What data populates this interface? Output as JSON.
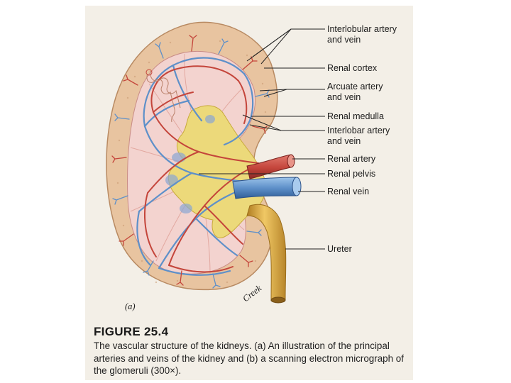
{
  "labels": {
    "interlobular": [
      "Interlobular artery",
      "and vein"
    ],
    "cortex": [
      "Renal cortex"
    ],
    "arcuate": [
      "Arcuate artery",
      "and vein"
    ],
    "medulla": [
      "Renal medulla"
    ],
    "interlobar": [
      "Interlobar artery",
      "and vein"
    ],
    "renal_artery": [
      "Renal artery"
    ],
    "renal_pelvis": [
      "Renal pelvis"
    ],
    "renal_vein": [
      "Renal vein"
    ],
    "ureter": [
      "Ureter"
    ]
  },
  "panel_label": "(a)",
  "signature": "Creek",
  "caption": {
    "title": "FIGURE 25.4",
    "text": "The vascular structure of the kidneys. (a) An illustration of the principal arteries and veins of the kidney and (b) a scanning electron micrograph of the glomeruli (300×)."
  },
  "colors": {
    "cortex": "#e8c4a0",
    "medulla": "#f3d3cf",
    "pelvis": "#ecd97a",
    "artery": "#c4453b",
    "vein": "#5e90c9",
    "ureter": "#d8a63f"
  }
}
